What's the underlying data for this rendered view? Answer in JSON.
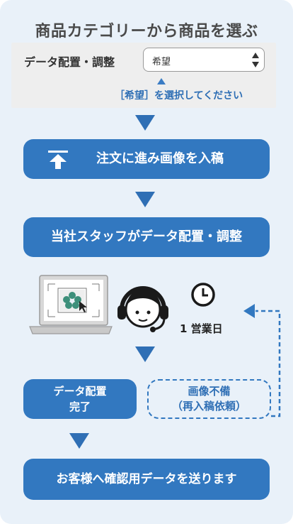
{
  "title": "商品カテゴリーから商品を選ぶ",
  "select": {
    "label": "データ配置・調整",
    "value": "希望",
    "hint": "［希望］を選択してください"
  },
  "steps": {
    "upload": "注文に進み画像を入稿",
    "staff": "当社スタッフがデータ配置・調整",
    "complete_line1": "データ配置",
    "complete_line2": "完了",
    "confirm": "お客様へ確認用データを送ります"
  },
  "reupload": {
    "line1": "画像不備",
    "line2": "（再入稿依頼）"
  },
  "duration": "1 営業日",
  "icons": {
    "upload": "upload-icon",
    "laptop": "laptop-icon",
    "operator": "operator-headset-icon",
    "clock": "clock-icon"
  },
  "colors": {
    "primary": "#3278c0",
    "background": "#e9f1f9",
    "accent_green": "#3d8f7a"
  }
}
